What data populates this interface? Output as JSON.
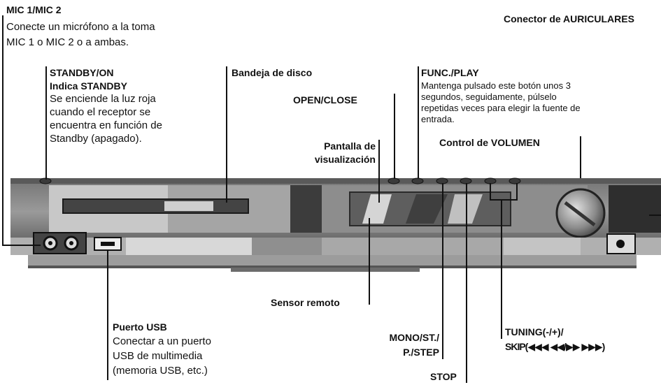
{
  "labels": {
    "mic_title": "MIC 1/MIC 2",
    "mic_desc_1": "Conecte un micrófono a la toma",
    "mic_desc_2": "MIC 1 o MIC 2 o a ambas.",
    "headphones": "Conector de AURICULARES",
    "standby_title_1": "STANDBY/ON",
    "standby_title_2": "Indica STANDBY",
    "standby_desc_1": "Se enciende la luz roja",
    "standby_desc_2": "cuando el receptor se",
    "standby_desc_3": "encuentra en función de",
    "standby_desc_4": "Standby (apagado).",
    "disc_tray": "Bandeja de disco",
    "open_close": "OPEN/CLOSE",
    "func_title": "FUNC./PLAY",
    "func_desc_1": "Mantenga pulsado este botón unos 3",
    "func_desc_2": "segundos, seguidamente, púlselo",
    "func_desc_3": "repetidas veces para elegir la fuente de",
    "func_desc_4": "entrada.",
    "display_1": "Pantalla de",
    "display_2": "visualización",
    "volume": "Control de VOLUMEN",
    "remote_sensor": "Sensor remoto",
    "usb_title": "Puerto USB",
    "usb_desc_1": "Conectar a un puerto",
    "usb_desc_2": "USB de multimedia",
    "usb_desc_3": "(memoria USB, etc.)",
    "mono_1": "MONO/ST./",
    "mono_2": "P./STEP",
    "stop": "STOP",
    "tuning_1": "TUNING(-/+)/",
    "tuning_2": "SKIP(◀◀◀ ◀◀/▶▶ ▶▶▶)"
  }
}
